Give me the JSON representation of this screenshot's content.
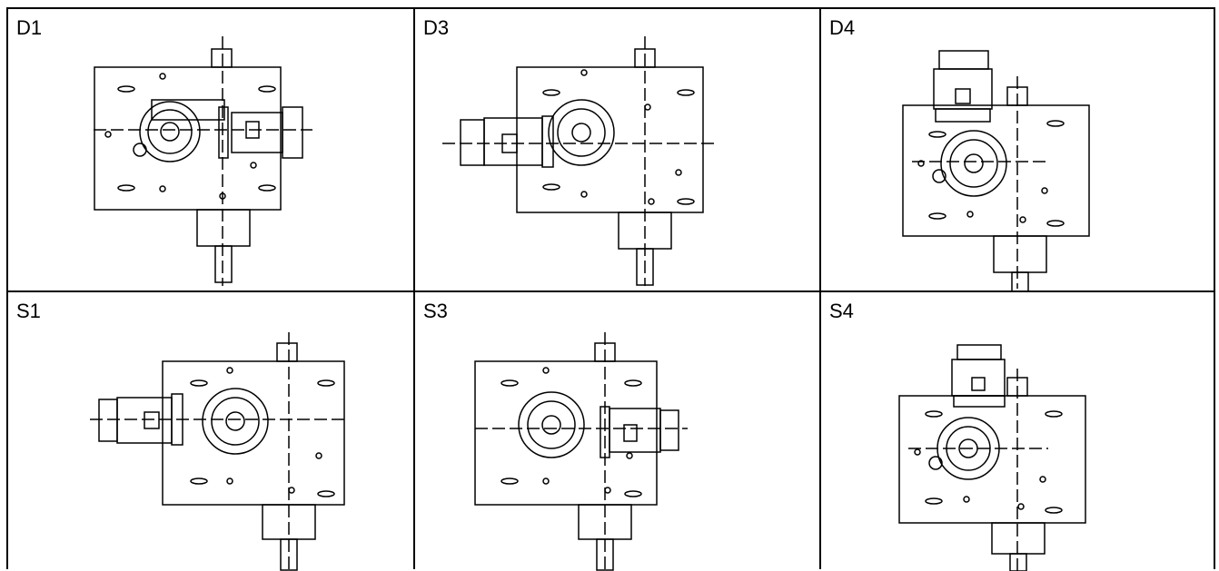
{
  "panels": [
    {
      "label": "D1"
    },
    {
      "label": "D3"
    },
    {
      "label": "D4"
    },
    {
      "label": "S1"
    },
    {
      "label": "S3"
    },
    {
      "label": "S4"
    }
  ]
}
